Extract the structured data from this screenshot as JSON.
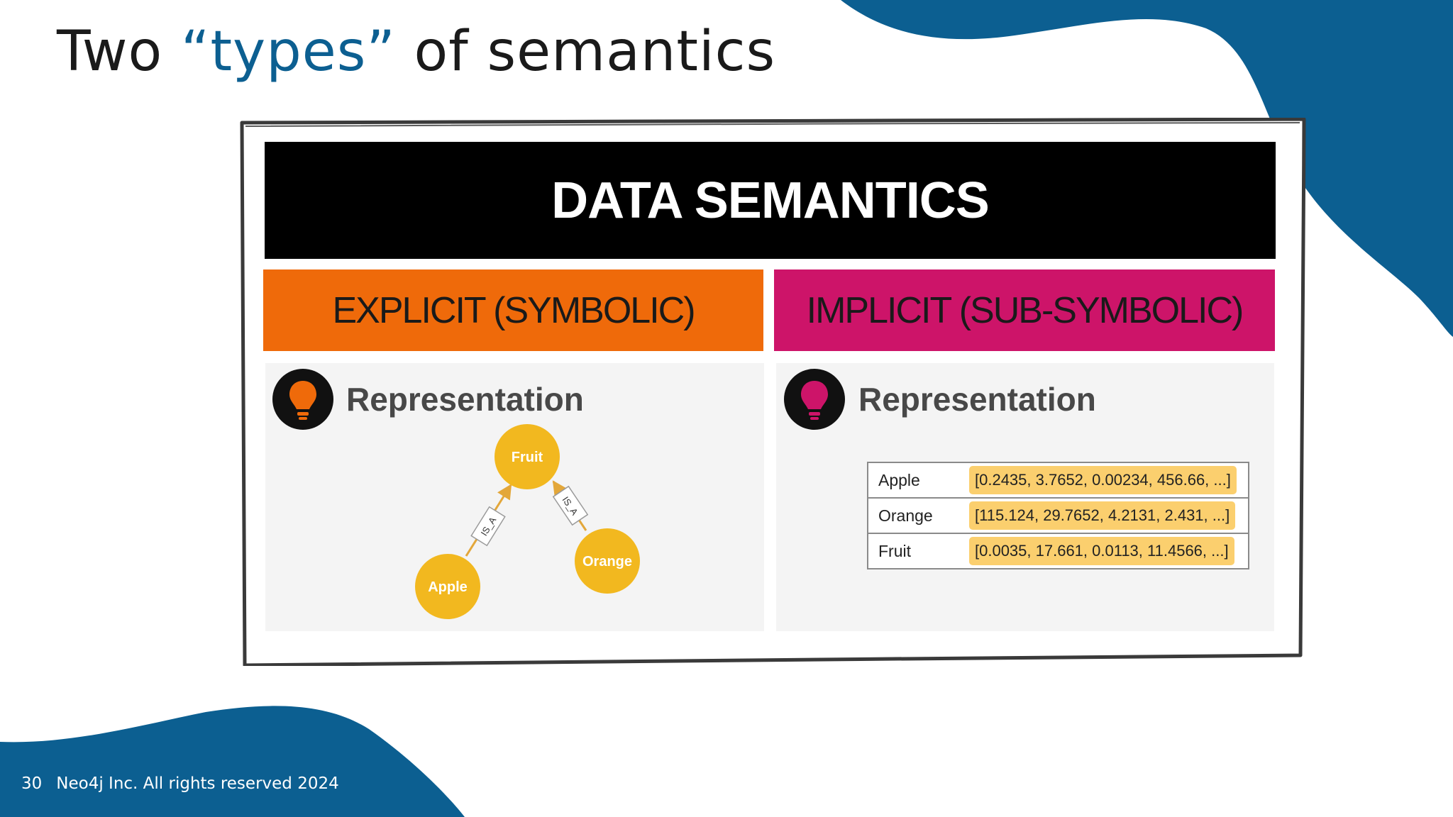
{
  "slide": {
    "title": {
      "before": "Two ",
      "highlight": "“types”",
      "after": " of semantics"
    },
    "footer": {
      "page_number": "30",
      "copyright": "Neo4j Inc. All rights reserved 2024"
    },
    "colors": {
      "brand_blue": "#0c5f91",
      "explicit_orange": "#ef6a0a",
      "implicit_magenta": "#cd1469",
      "node_yellow": "#f2b81f",
      "chip_yellow": "#fbcf6e"
    }
  },
  "image": {
    "banner": "DATA SEMANTICS",
    "explicit": {
      "header": "EXPLICIT (SYMBOLIC)",
      "section": "Representation",
      "icon": "lightbulb-icon",
      "graph": {
        "nodes": [
          "Fruit",
          "Apple",
          "Orange"
        ],
        "edges": [
          {
            "from": "Apple",
            "to": "Fruit",
            "label": "IS_A"
          },
          {
            "from": "Orange",
            "to": "Fruit",
            "label": "IS_A"
          }
        ]
      }
    },
    "implicit": {
      "header": "IMPLICIT (SUB-SYMBOLIC)",
      "section": "Representation",
      "icon": "lightbulb-icon",
      "embeddings": [
        {
          "label": "Apple",
          "vector": "[0.2435, 3.7652, 0.00234, 456.66, ...]"
        },
        {
          "label": "Orange",
          "vector": "[115.124, 29.7652, 4.2131, 2.431, ...]"
        },
        {
          "label": "Fruit",
          "vector": "[0.0035, 17.661, 0.0113, 11.4566, ...]"
        }
      ]
    }
  }
}
